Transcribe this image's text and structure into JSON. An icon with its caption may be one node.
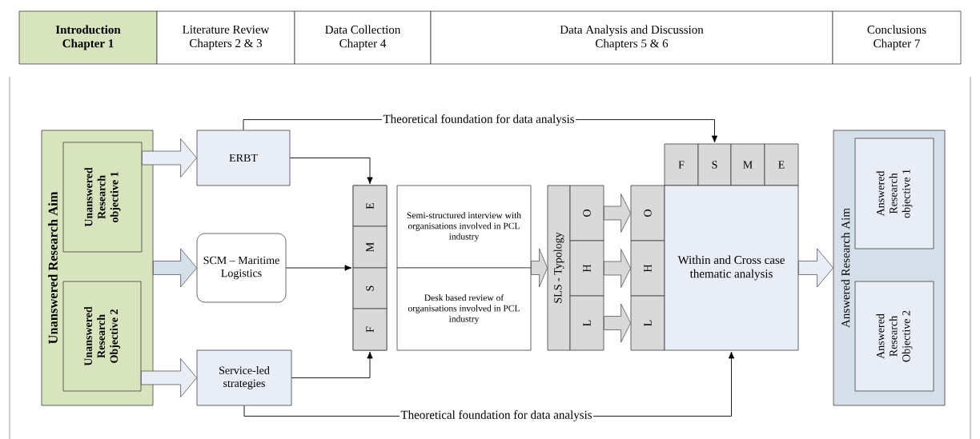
{
  "diagram": {
    "nodes": [
      {
        "text": [
          "Introduction",
          "Chapter 1"
        ]
      },
      {
        "text": [
          "Literature Review",
          "Chapters 2 & 3"
        ]
      },
      {
        "text": [
          "Data Collection",
          "Chapter 4"
        ]
      },
      {
        "text": [
          "Data Analysis and Discussion",
          "Chapters 5 & 6"
        ]
      },
      {
        "text": [
          "Conclusions",
          "Chapter 7"
        ]
      },
      {
        "text": [
          "Unanswered Research Aim"
        ]
      },
      {
        "text": [
          "Unanswered Research objective 1"
        ],
        "in": 5
      },
      {
        "text": [
          "Unanswered Research Objective 2"
        ],
        "in": 5
      },
      {
        "text": [
          "ERBT"
        ]
      },
      {
        "text": [
          "SCM – Maritime Logistics"
        ]
      },
      {
        "text": [
          "Service-led strategies"
        ]
      },
      {
        "text": [],
        "shape": "box"
      },
      {
        "text": [
          "E"
        ],
        "in": 11
      },
      {
        "text": [
          "M"
        ],
        "in": 11
      },
      {
        "text": [
          "S"
        ],
        "in": 11
      },
      {
        "text": [
          "F"
        ],
        "in": 11
      },
      {
        "text": [
          "Semi-structured interview with organisations involved in PCL industry"
        ]
      },
      {
        "text": [
          "Desk based review of organisations involved in PCL industry"
        ]
      },
      {
        "text": [
          "SLS - Typology"
        ]
      },
      {
        "text": [
          "O"
        ]
      },
      {
        "text": [
          "H"
        ]
      },
      {
        "text": [
          "L"
        ]
      },
      {
        "text": [
          "O"
        ]
      },
      {
        "text": [
          "H"
        ]
      },
      {
        "text": [
          "L"
        ]
      },
      {
        "text": [
          "F"
        ]
      },
      {
        "text": [
          "S"
        ]
      },
      {
        "text": [
          "M"
        ]
      },
      {
        "text": [
          "E"
        ]
      },
      {
        "text": [
          "Within and Cross case thematic analysis"
        ]
      },
      {
        "text": [
          "Answered Research Aim"
        ]
      },
      {
        "text": [
          "Answered Research objective 1"
        ],
        "in": 30
      },
      {
        "text": [
          "Answered Research Objective 2"
        ],
        "in": 30
      }
    ],
    "edges": [
      {
        "from": 6,
        "to": 8,
        "arrow": "to",
        "style": "thick"
      },
      {
        "from": 5,
        "to": 9,
        "arrow": "to",
        "style": "thick"
      },
      {
        "from": 7,
        "to": 10,
        "arrow": "to",
        "style": "thick"
      },
      {
        "from": 8,
        "to": 11,
        "arrow": "to"
      },
      {
        "from": 9,
        "to": 11,
        "arrow": "to"
      },
      {
        "from": 10,
        "to": 11,
        "arrow": "to"
      },
      {
        "from": 8,
        "to": 26,
        "arrow": "to",
        "label": "Theoretical foundation for data analysis"
      },
      {
        "from": 10,
        "to": 29,
        "arrow": "to",
        "label": "Theoretical foundation for data analysis"
      },
      {
        "from": 16,
        "to": 18,
        "arrow": "to",
        "style": "thick"
      },
      {
        "from": 17,
        "to": 18,
        "arrow": "to",
        "style": "thick"
      },
      {
        "from": 19,
        "to": 22,
        "arrow": "to",
        "style": "thick"
      },
      {
        "from": 20,
        "to": 23,
        "arrow": "to",
        "style": "thick"
      },
      {
        "from": 21,
        "to": 24,
        "arrow": "to",
        "style": "thick"
      },
      {
        "from": 29,
        "to": 30,
        "arrow": "to",
        "style": "thick"
      }
    ]
  }
}
